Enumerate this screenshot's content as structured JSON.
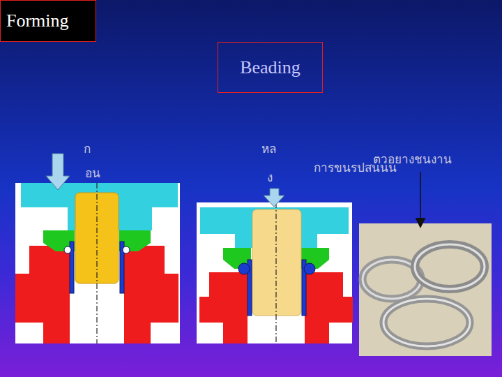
{
  "diagram": {
    "title": "Forming",
    "nodes": [
      {
        "text": [
          "Beading"
        ]
      }
    ],
    "labels": [
      "การขนรปสนนน",
      "ก",
      "อน",
      "หล",
      "ง",
      "ตวอยางชนงาน"
    ]
  }
}
